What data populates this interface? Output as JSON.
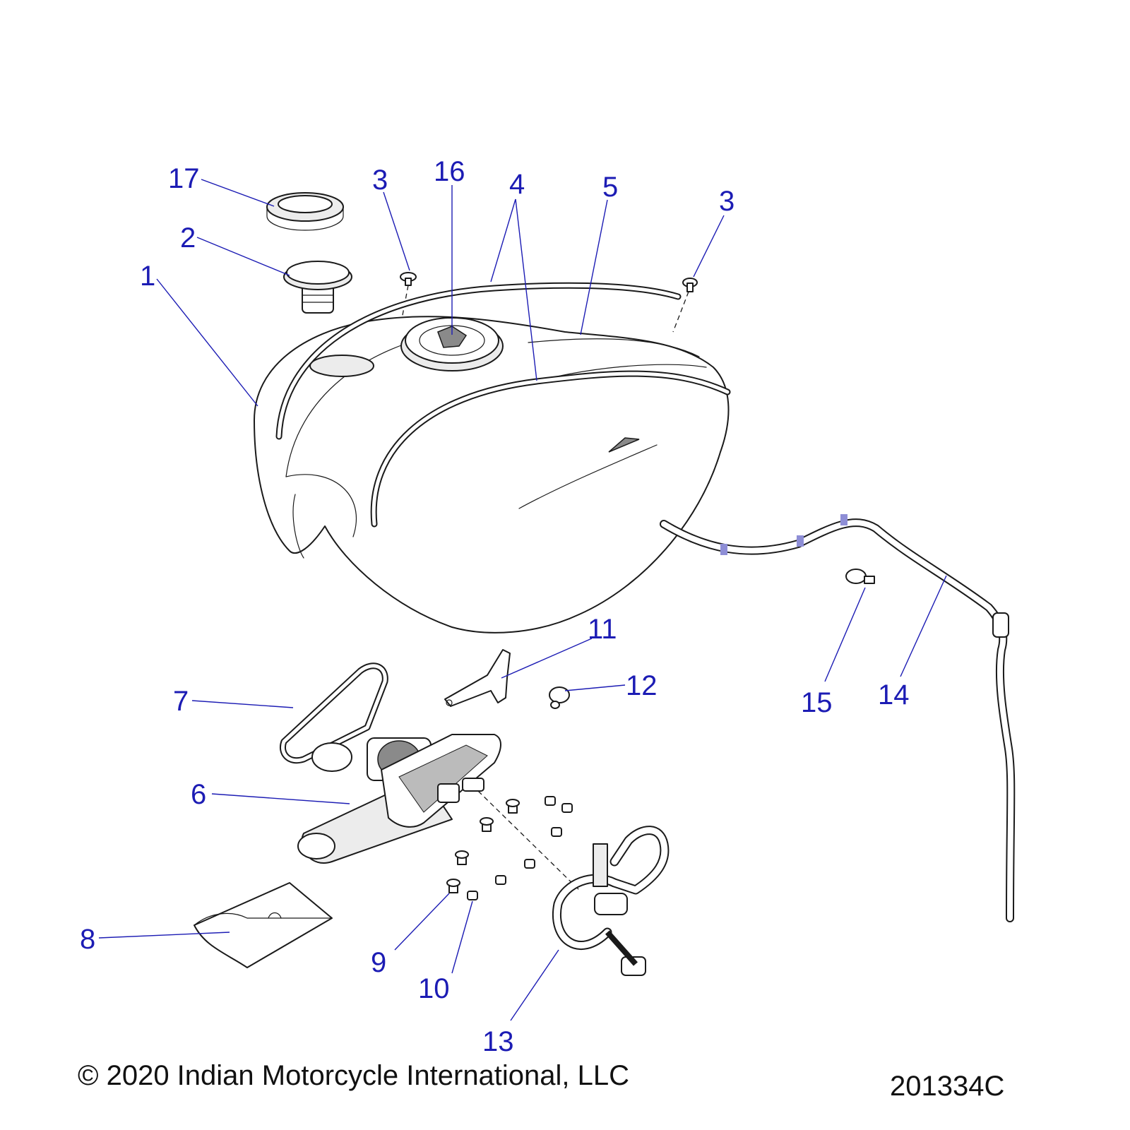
{
  "callouts": [
    {
      "id": "c17",
      "label": "17"
    },
    {
      "id": "c2",
      "label": "2"
    },
    {
      "id": "c1",
      "label": "1"
    },
    {
      "id": "c3a",
      "label": "3"
    },
    {
      "id": "c16",
      "label": "16"
    },
    {
      "id": "c4",
      "label": "4"
    },
    {
      "id": "c5",
      "label": "5"
    },
    {
      "id": "c3b",
      "label": "3"
    },
    {
      "id": "c11",
      "label": "11"
    },
    {
      "id": "c12",
      "label": "12"
    },
    {
      "id": "c7",
      "label": "7"
    },
    {
      "id": "c6",
      "label": "6"
    },
    {
      "id": "c15",
      "label": "15"
    },
    {
      "id": "c14",
      "label": "14"
    },
    {
      "id": "c8",
      "label": "8"
    },
    {
      "id": "c9",
      "label": "9"
    },
    {
      "id": "c10",
      "label": "10"
    },
    {
      "id": "c13",
      "label": "13"
    }
  ],
  "footer": {
    "copyright": "© 2020 Indian Motorcycle International, LLC",
    "drawing_number": "201334C"
  },
  "colors": {
    "callout": "#1c1cb4",
    "line_art": "#1a1a1a",
    "background": "#ffffff"
  }
}
